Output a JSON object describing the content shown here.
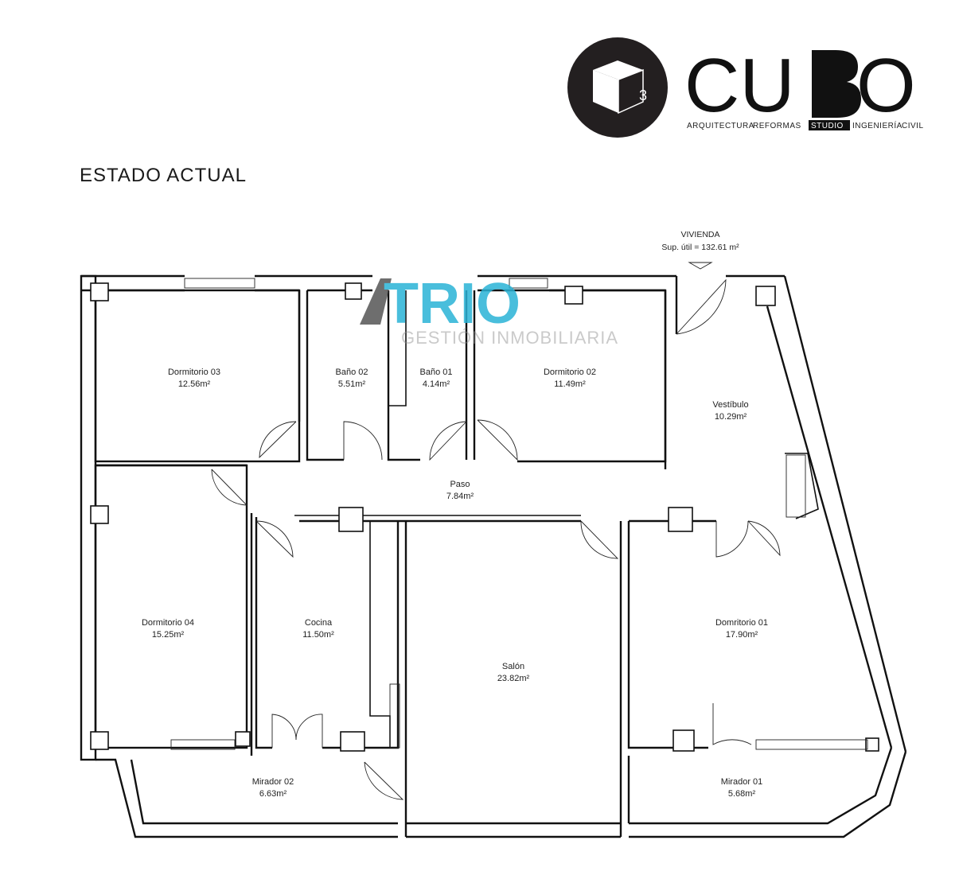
{
  "header": {
    "title": "ESTADO ACTUAL"
  },
  "logo": {
    "brand_left": "CU",
    "brand_right": "O",
    "badge_digit": "3",
    "tagline_parts": [
      "ARQUITECTURA",
      "REFORMAS",
      "STUDIO",
      "INGENIERÍA",
      "CIVIL"
    ]
  },
  "watermark": {
    "brand": "TRIO",
    "subtitle": "GESTIÓN INMOBILIARIA",
    "accent_color": "#2ab3d6",
    "dark_color": "#555555"
  },
  "dwelling": {
    "label": "VIVIENDA",
    "area": "Sup. útil = 132.61 m²"
  },
  "rooms": [
    {
      "name": "Dormitorio 03",
      "area": "12.56m²"
    },
    {
      "name": "Baño 02",
      "area": "5.51m²"
    },
    {
      "name": "Baño 01",
      "area": "4.14m²"
    },
    {
      "name": "Dormitorio 02",
      "area": "11.49m²"
    },
    {
      "name": "Vestíbulo",
      "area": "10.29m²"
    },
    {
      "name": "Paso",
      "area": "7.84m²"
    },
    {
      "name": "Dormitorio 04",
      "area": "15.25m²"
    },
    {
      "name": "Cocina",
      "area": "11.50m²"
    },
    {
      "name": "Salón",
      "area": "23.82m²"
    },
    {
      "name": "Domritorio 01",
      "area": "17.90m²"
    },
    {
      "name": "Mirador 02",
      "area": "6.63m²"
    },
    {
      "name": "Mirador 01",
      "area": "5.68m²"
    }
  ]
}
